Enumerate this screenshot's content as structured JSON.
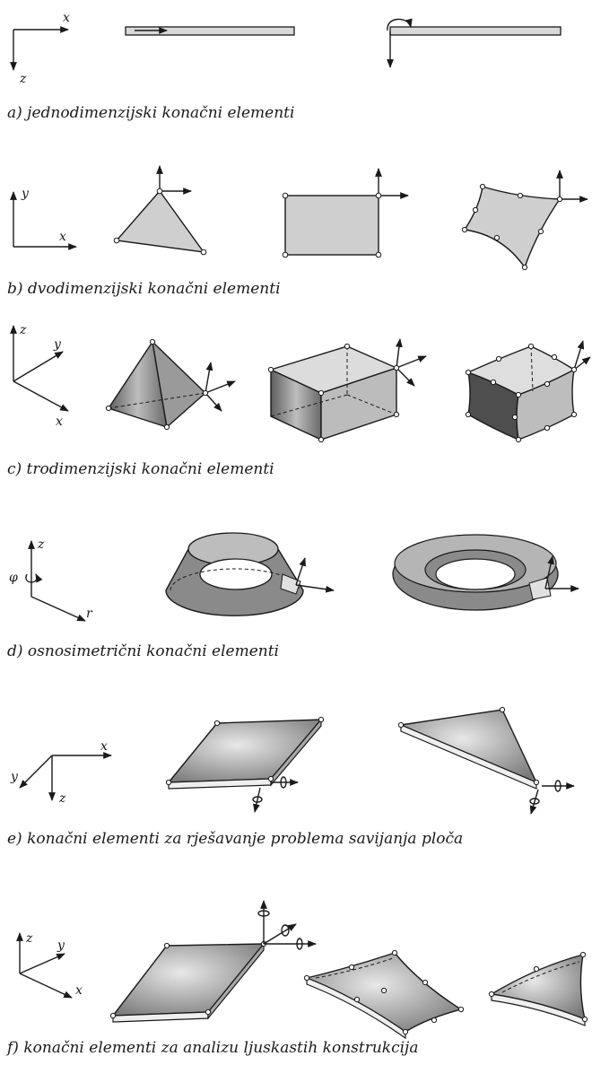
{
  "rows": [
    {
      "caption": "a)  jednodimenzijski konačni elementi",
      "axes": [
        "x",
        "z"
      ]
    },
    {
      "caption": "b)  dvodimenzijski konačni elementi",
      "axes": [
        "y",
        "x"
      ]
    },
    {
      "caption": "c)  trodimenzijski konačni elementi",
      "axes": [
        "z",
        "y",
        "x"
      ]
    },
    {
      "caption": "d)  osnosimetrični konačni elementi",
      "axes": [
        "z",
        "φ",
        "r"
      ]
    },
    {
      "caption": "e)   konačni elementi za rješavanje problema savijanja ploča",
      "axes": [
        "x",
        "y",
        "z"
      ]
    },
    {
      "caption": "f)   konačni elementi za analizu ljuskastih konstrukcija",
      "axes": [
        "z",
        "y",
        "x"
      ]
    }
  ],
  "colors": {
    "ink": "#1a1a1a",
    "face": "#c8c8c8",
    "face_dark": "#6e6e6e",
    "node": "#ffffff"
  }
}
